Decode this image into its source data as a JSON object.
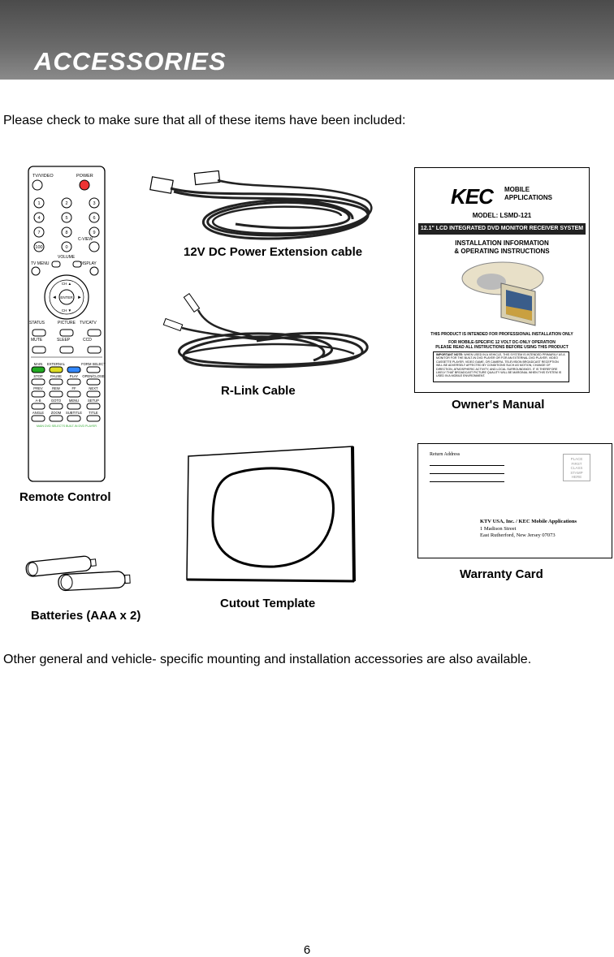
{
  "page": {
    "title": "ACCESSORIES",
    "intro": "Please check to make sure that all of these items have been included:",
    "outro": "Other general and vehicle- specific mounting and installation accessories are also available.",
    "page_number": "6"
  },
  "labels": {
    "power_cable": "12V DC Power Extension cable",
    "rlink": "R-Link Cable",
    "manual": "Owner's Manual",
    "remote": "Remote Control",
    "warranty": "Warranty Card",
    "cutout": "Cutout Template",
    "batteries": "Batteries (AAA x 2)"
  },
  "remote": {
    "tv_video": "TV/VIDEO",
    "power": "POWER",
    "keys": [
      "1",
      "2",
      "3",
      "4",
      "5",
      "6",
      "7",
      "8",
      "9",
      "100",
      "0"
    ],
    "c_view": "C-VIEW",
    "volume": "VOLUME",
    "tv_menu": "TV MENU",
    "display": "DISPLAY",
    "ch_up": "CH ▲",
    "ch_down": "CH ▼",
    "enter": "ENTER",
    "status": "STATUS",
    "picture": "PICTURE",
    "tv_catv": "TV/CATV",
    "mute": "MUTE",
    "sleep": "SLEEP",
    "ccd": "CCD",
    "row_top": [
      "MAIN",
      "EXTERNAL",
      "",
      "FORM SELECT"
    ],
    "row1": [
      "STOP",
      "PAUSE",
      "PLAY",
      "OPEN/CLOSE"
    ],
    "row2": [
      "PREV",
      "REW",
      "FF",
      "NEXT"
    ],
    "row3": [
      "A-B",
      "GOTO",
      "MENU",
      "SETUP"
    ],
    "row4": [
      "ANGLE",
      "ZOOM",
      "SUBTITLE",
      "TITLE"
    ],
    "footer": "MAIN DVD SELECTS BUILT-IN DVD PLAYER"
  },
  "manual": {
    "logo": "KEC",
    "logo_sub1": "MOBILE",
    "logo_sub2": "APPLICATIONS",
    "model": "MODEL: LSMD-121",
    "banner": "12.1\" LCD INTEGRATED DVD MONITOR RECEIVER SYSTEM",
    "install1": "INSTALLATION INFORMATION",
    "install2": "& OPERATING INSTRUCTIONS",
    "pro": "THIS PRODUCT IS INTENDED FOR PROFESSIONAL INSTALLATION ONLY",
    "dc1": "FOR MOBILE-SPECIFIC 12 VOLT DC-ONLY OPERATION",
    "dc2": "PLEASE READ ALL INSTRUCTIONS BEFORE USING THIS PRODUCT",
    "note_title": "IMPORTANT NOTE:",
    "note_body": "WHEN USED IN A VEHICLE, THIS SYSTEM IS INTENDED PRIMARILY AS A MONITOR FOR THE BUILT-IN DVD PLAYER OR FOR AN EXTERNAL DVD PLAYER, VIDEO CASSETTE PLAYER, VIDEO GAME, OR CAMERA. TELEVISION BROADCAST RECEPTION WILL BE ADVERSELY AFFECTED BY CONDITIONS SUCH AS MOTION, CHANGE OF DIRECTION, ATMOSPHERIC ACTIVITY, AND LOCAL SURROUNDINGS. IT IS THEREFORE LIKELY THAT BROADCAST PICTURE QUALITY WILL BE MARGINAL WHEN THIS SYSTEM IS USED IN A MOBILE ENVIRONMENT."
  },
  "warranty_card": {
    "return_address": "Return Address",
    "stamp": [
      "PLACE",
      "FIRST",
      "CLASS",
      "STAMP",
      "HERE"
    ],
    "company": "KTV USA, Inc. / KEC Mobile Applications",
    "street": "1 Madison Street",
    "city": "East Rutherford, New Jersey 07073"
  }
}
